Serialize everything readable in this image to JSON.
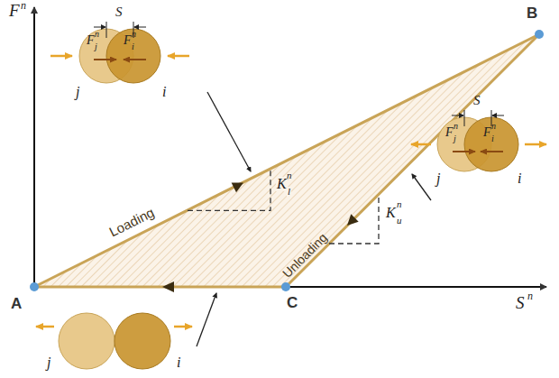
{
  "diagram": {
    "labels": [
      "F",
      "n",
      "S",
      "n",
      "A",
      "B",
      "C",
      "Loading",
      "Unloading",
      "K",
      "l",
      "n",
      "K",
      "u",
      "n",
      "S",
      "F",
      "j",
      "n",
      "F",
      "i",
      "n",
      "j",
      "i",
      "S",
      "F",
      "j",
      "n",
      "F",
      "i",
      "n",
      "j",
      "i",
      "j",
      "i"
    ]
  }
}
